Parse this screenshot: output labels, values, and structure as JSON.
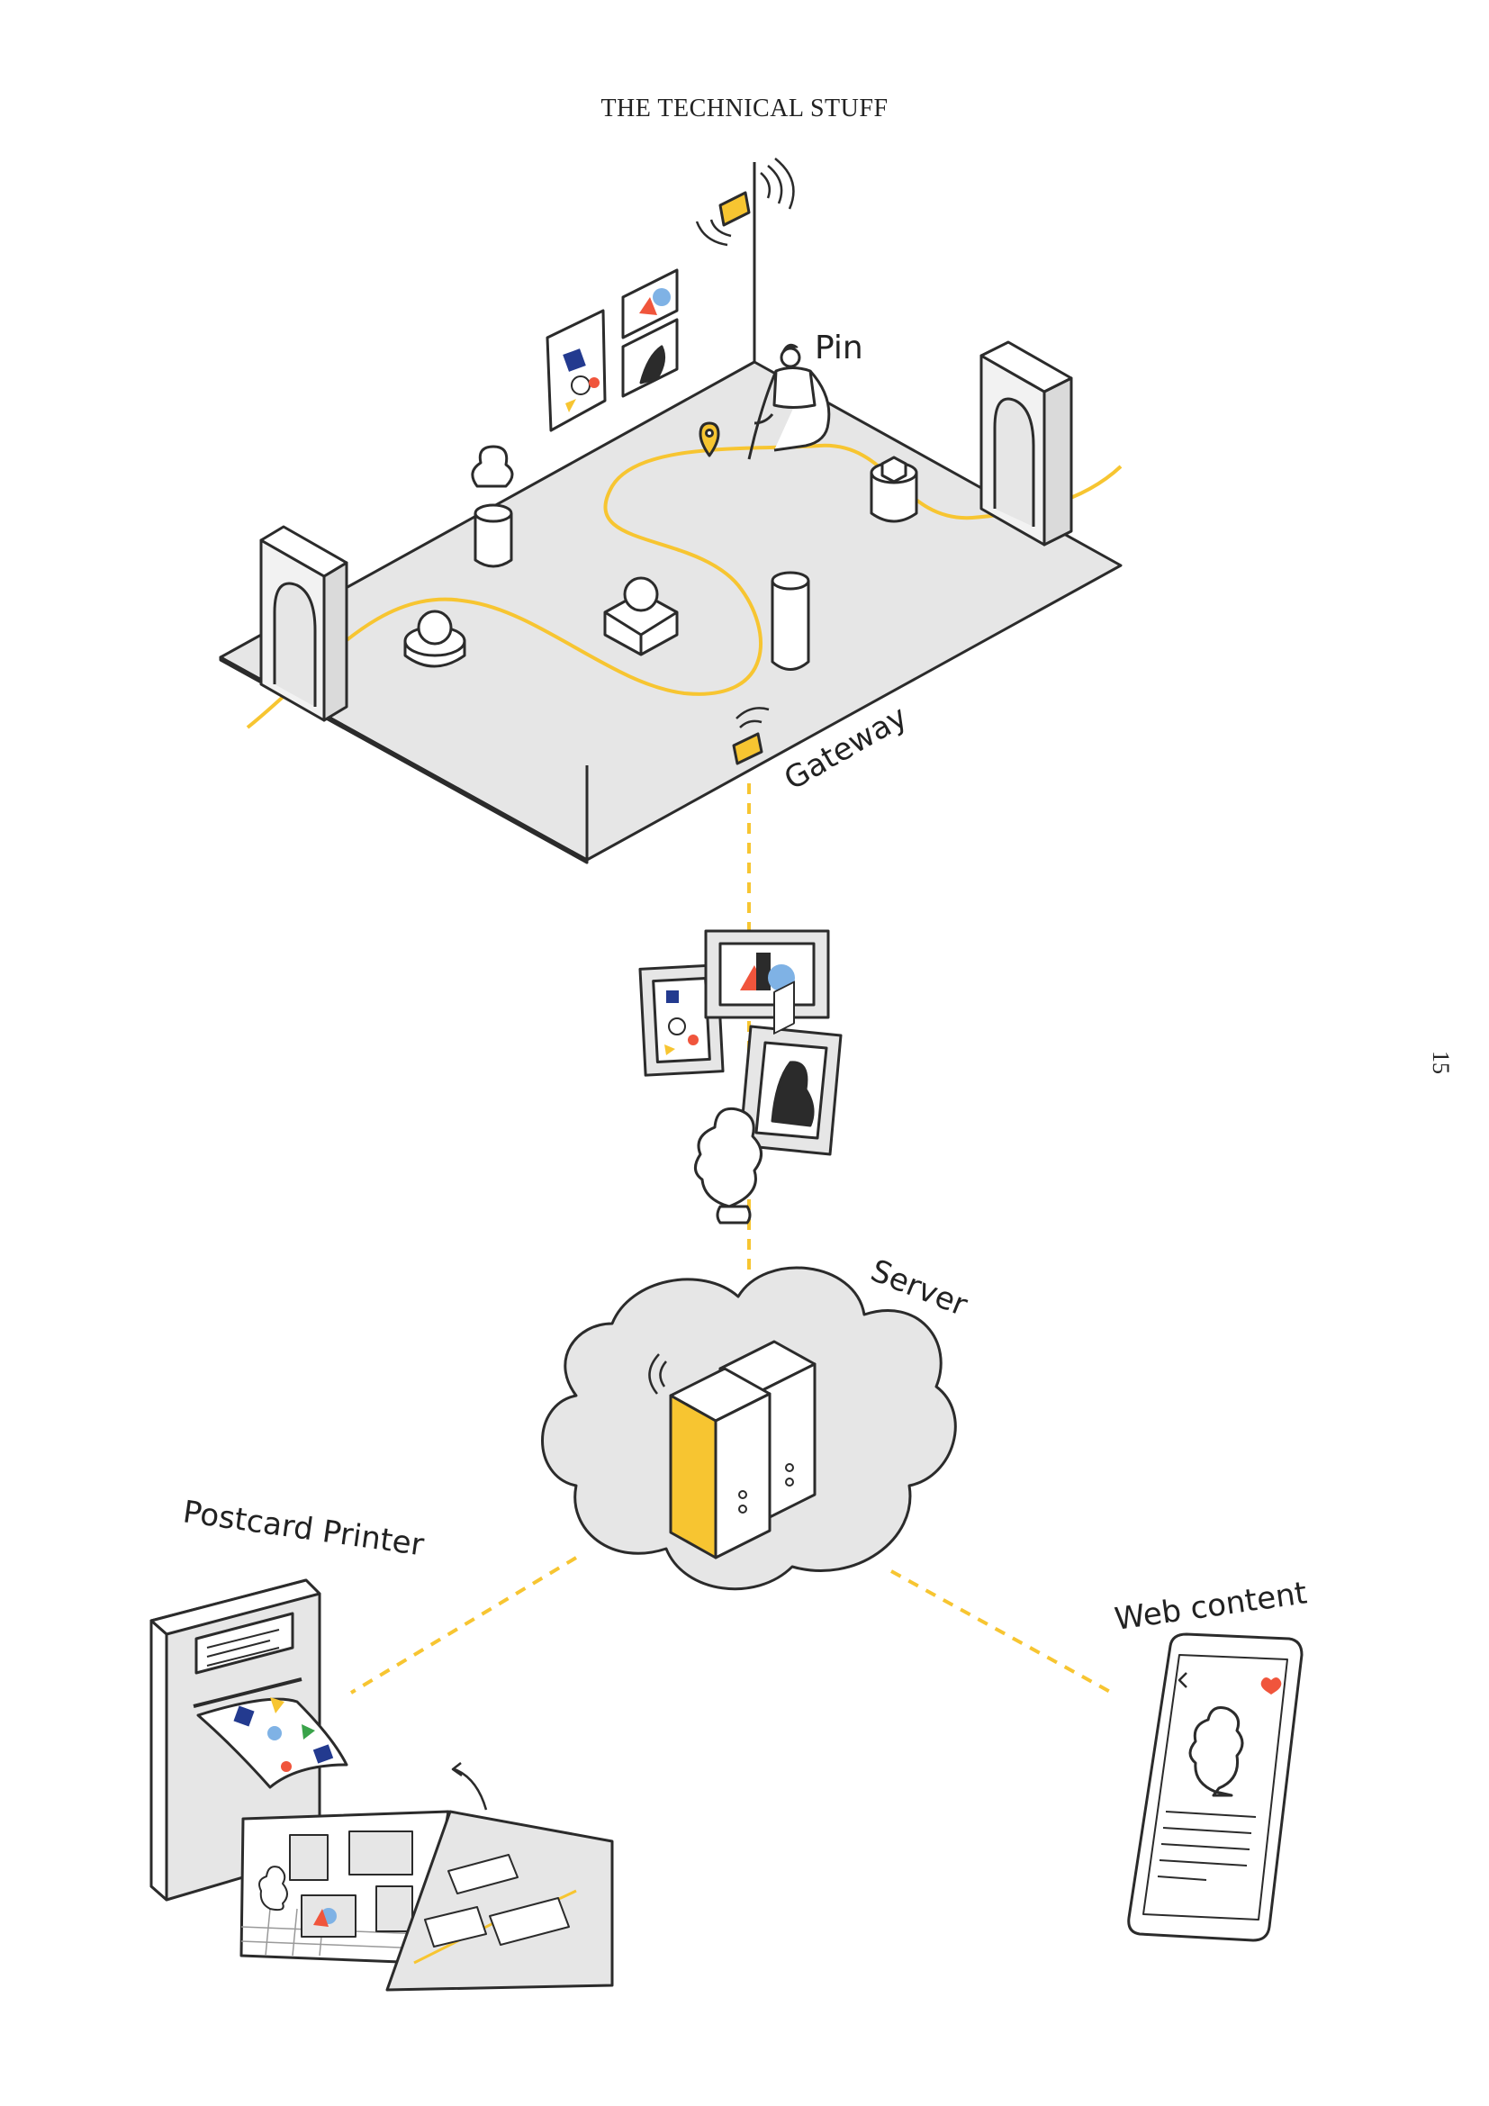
{
  "header": {
    "title": "THE TECHNICAL STUFF"
  },
  "page_number": "15",
  "labels": {
    "pin": "Pin",
    "gateway": "Gateway",
    "server": "Server",
    "postcard_printer": "Postcard Printer",
    "web_content": "Web content"
  },
  "colors": {
    "accent": "#f7c531",
    "floor": "#e6e6e6",
    "outline": "#2b2b2b",
    "red": "#f0553c",
    "blue": "#7fb2e5",
    "navy": "#233a8f",
    "green": "#3aa34a",
    "dash": "#f7c531"
  }
}
